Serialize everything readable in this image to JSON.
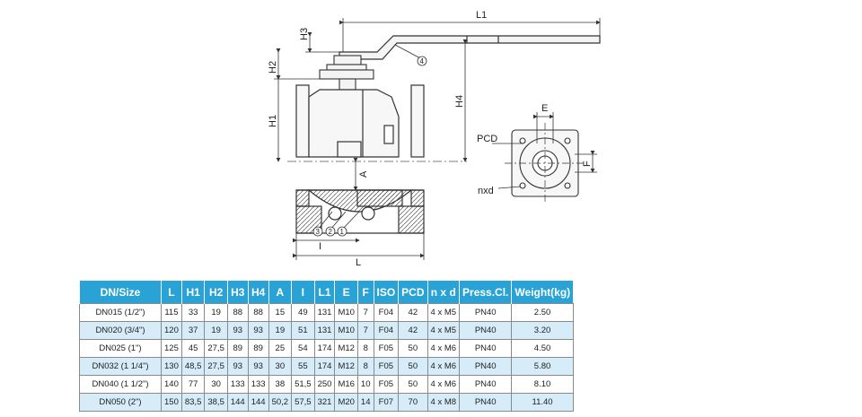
{
  "drawing": {
    "dimension_labels": {
      "L1": "L1",
      "H3": "H3",
      "H2": "H2",
      "H1": "H1",
      "H4": "H4",
      "A": "A",
      "I": "I",
      "L": "L",
      "E": "E",
      "F": "F",
      "PCD": "PCD",
      "nxd": "nxd"
    },
    "part_callouts": [
      "1",
      "2",
      "3",
      "4"
    ]
  },
  "table": {
    "headers": [
      "DN/Size",
      "L",
      "H1",
      "H2",
      "H3",
      "H4",
      "A",
      "I",
      "L1",
      "E",
      "F",
      "ISO",
      "PCD",
      "n x d",
      "Press.Cl.",
      "Weight(kg)"
    ],
    "rows": [
      [
        "DN015 (1/2\")",
        "115",
        "33",
        "19",
        "88",
        "88",
        "15",
        "49",
        "131",
        "M10",
        "7",
        "F04",
        "42",
        "4 x M5",
        "PN40",
        "2.50"
      ],
      [
        "DN020 (3/4\")",
        "120",
        "37",
        "19",
        "93",
        "93",
        "19",
        "51",
        "131",
        "M10",
        "7",
        "F04",
        "42",
        "4 x M5",
        "PN40",
        "3.20"
      ],
      [
        "DN025 (1\")",
        "125",
        "45",
        "27,5",
        "89",
        "89",
        "25",
        "54",
        "174",
        "M12",
        "8",
        "F05",
        "50",
        "4 x M6",
        "PN40",
        "4.50"
      ],
      [
        "DN032 (1 1/4\")",
        "130",
        "48,5",
        "27,5",
        "93",
        "93",
        "30",
        "55",
        "174",
        "M12",
        "8",
        "F05",
        "50",
        "4 x M6",
        "PN40",
        "5.80"
      ],
      [
        "DN040 (1 1/2\")",
        "140",
        "77",
        "30",
        "133",
        "133",
        "38",
        "51,5",
        "250",
        "M16",
        "10",
        "F05",
        "50",
        "4 x M6",
        "PN40",
        "8.10"
      ],
      [
        "DN050 (2\")",
        "150",
        "83,5",
        "38,5",
        "144",
        "144",
        "50,2",
        "57,5",
        "321",
        "M20",
        "14",
        "F07",
        "70",
        "4 x M8",
        "PN40",
        "11.40"
      ]
    ]
  }
}
